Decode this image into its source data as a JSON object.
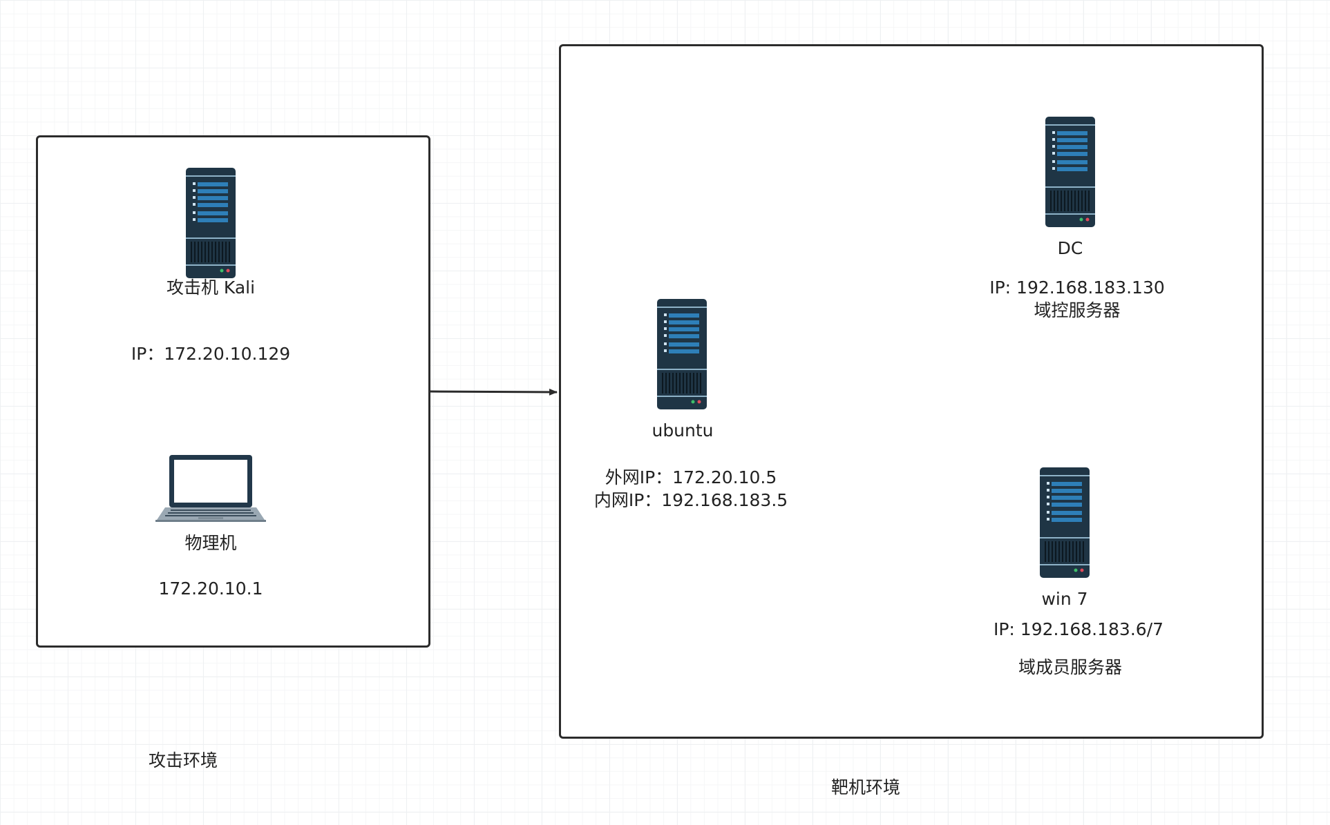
{
  "groups": {
    "attack": {
      "caption": "攻击环境"
    },
    "target": {
      "caption": "靶机环境"
    }
  },
  "nodes": {
    "kali": {
      "icon": "server-icon",
      "name": "攻击机 Kali",
      "ip": "IP：172.20.10.129"
    },
    "physical": {
      "icon": "laptop-icon",
      "name": "物理机",
      "ip": "172.20.10.1"
    },
    "ubuntu": {
      "icon": "server-icon",
      "name": "ubuntu",
      "ip_external": "外网IP：172.20.10.5",
      "ip_internal": "内网IP：192.168.183.5"
    },
    "dc": {
      "icon": "server-icon",
      "name": "DC",
      "ip": "IP: 192.168.183.130",
      "role": "域控服务器"
    },
    "win7": {
      "icon": "server-icon",
      "name": "win 7",
      "ip": "IP: 192.168.183.6/7",
      "role": "域成员服务器"
    }
  },
  "edges": [
    {
      "from": "attack",
      "to": "target",
      "arrow": "to-target"
    }
  ],
  "colors": {
    "server_body": "#1f3545",
    "server_stripe": "#2e7fb8",
    "border": "#2b2b2b",
    "grid": "#eef0f2"
  }
}
